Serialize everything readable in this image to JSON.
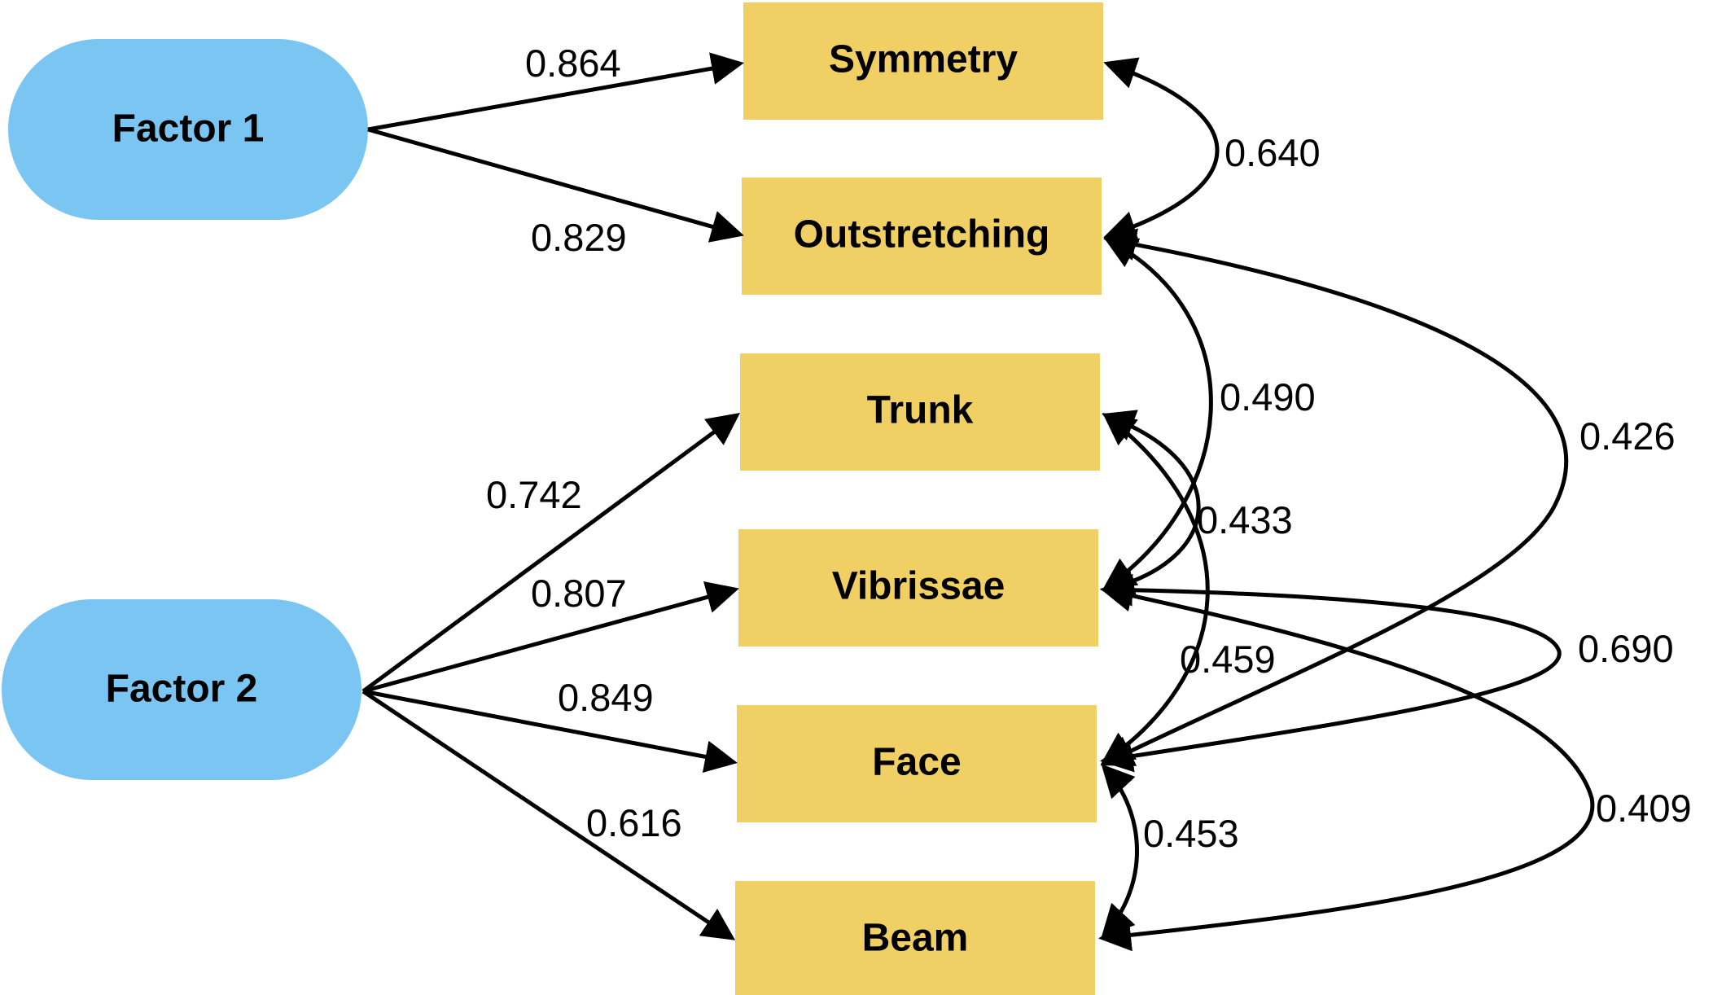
{
  "colors": {
    "factor_fill": "#7AC5F2",
    "indicator_fill": "#F0D064",
    "edge": "#000000",
    "text": "#000000"
  },
  "factors": [
    {
      "id": "f1",
      "label": "Factor 1"
    },
    {
      "id": "f2",
      "label": "Factor 2"
    }
  ],
  "indicators": [
    {
      "id": "symmetry",
      "label": "Symmetry"
    },
    {
      "id": "outstretching",
      "label": "Outstretching"
    },
    {
      "id": "trunk",
      "label": "Trunk"
    },
    {
      "id": "vibrissae",
      "label": "Vibrissae"
    },
    {
      "id": "face",
      "label": "Face"
    },
    {
      "id": "beam",
      "label": "Beam"
    }
  ],
  "loadings": [
    {
      "from": "Factor 1",
      "to": "Symmetry",
      "value": "0.864"
    },
    {
      "from": "Factor 1",
      "to": "Outstretching",
      "value": "0.829"
    },
    {
      "from": "Factor 2",
      "to": "Trunk",
      "value": "0.742"
    },
    {
      "from": "Factor 2",
      "to": "Vibrissae",
      "value": "0.807"
    },
    {
      "from": "Factor 2",
      "to": "Face",
      "value": "0.849"
    },
    {
      "from": "Factor 2",
      "to": "Beam",
      "value": "0.616"
    }
  ],
  "correlations": [
    {
      "between": [
        "Symmetry",
        "Outstretching"
      ],
      "value": "0.640"
    },
    {
      "between": [
        "Outstretching",
        "Vibrissae"
      ],
      "value": "0.490"
    },
    {
      "between": [
        "Outstretching",
        "Face"
      ],
      "value": "0.426"
    },
    {
      "between": [
        "Trunk",
        "Vibrissae"
      ],
      "value": "0.433"
    },
    {
      "between": [
        "Trunk",
        "Face"
      ],
      "value": "0.459"
    },
    {
      "between": [
        "Vibrissae",
        "Face"
      ],
      "value": "0.690"
    },
    {
      "between": [
        "Vibrissae",
        "Beam"
      ],
      "value": "0.409"
    },
    {
      "between": [
        "Face",
        "Beam"
      ],
      "value": "0.453"
    }
  ]
}
